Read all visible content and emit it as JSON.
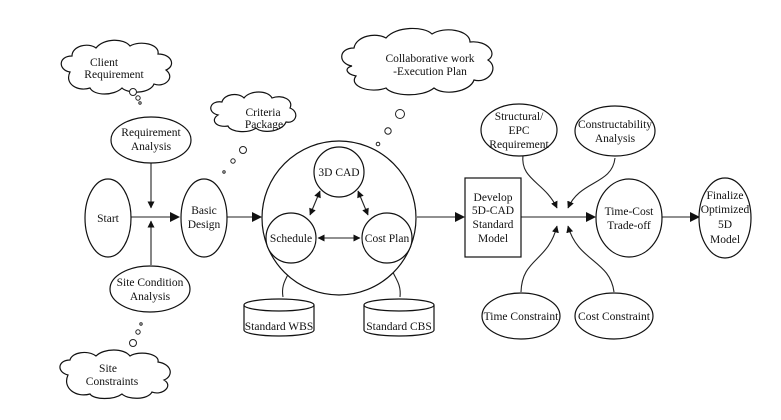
{
  "diagram": {
    "clouds": {
      "client_requirement": [
        "Client",
        "Requirement"
      ],
      "criteria_package": [
        "Criteria",
        "Package"
      ],
      "collaborative_work": [
        "Collaborative work",
        "-Execution Plan"
      ],
      "site_constraints": [
        "Site",
        "Constraints"
      ]
    },
    "nodes": {
      "start": [
        "Start"
      ],
      "requirement_analysis": [
        "Requirement",
        "Analysis"
      ],
      "site_condition_analysis": [
        "Site Condition",
        "Analysis"
      ],
      "basic_design": [
        "Basic",
        "Design"
      ],
      "cad_3d": [
        "3D CAD"
      ],
      "schedule": [
        "Schedule"
      ],
      "cost_plan": [
        "Cost Plan"
      ],
      "standard_wbs": [
        "Standard WBS"
      ],
      "standard_cbs": [
        "Standard CBS"
      ],
      "develop_5d": [
        "Develop",
        "5D-CAD",
        "Standard",
        "Model"
      ],
      "structural_epc": [
        "Structural/",
        "EPC",
        "Requirement"
      ],
      "constructability": [
        "Constructability",
        "Analysis"
      ],
      "time_cost_tradeoff": [
        "Time-Cost",
        "Trade-off"
      ],
      "time_constraint": [
        "Time Constraint"
      ],
      "cost_constraint": [
        "Cost Constraint"
      ],
      "finalize": [
        "Finalize",
        "Optimized",
        "5D",
        "Model"
      ]
    }
  }
}
